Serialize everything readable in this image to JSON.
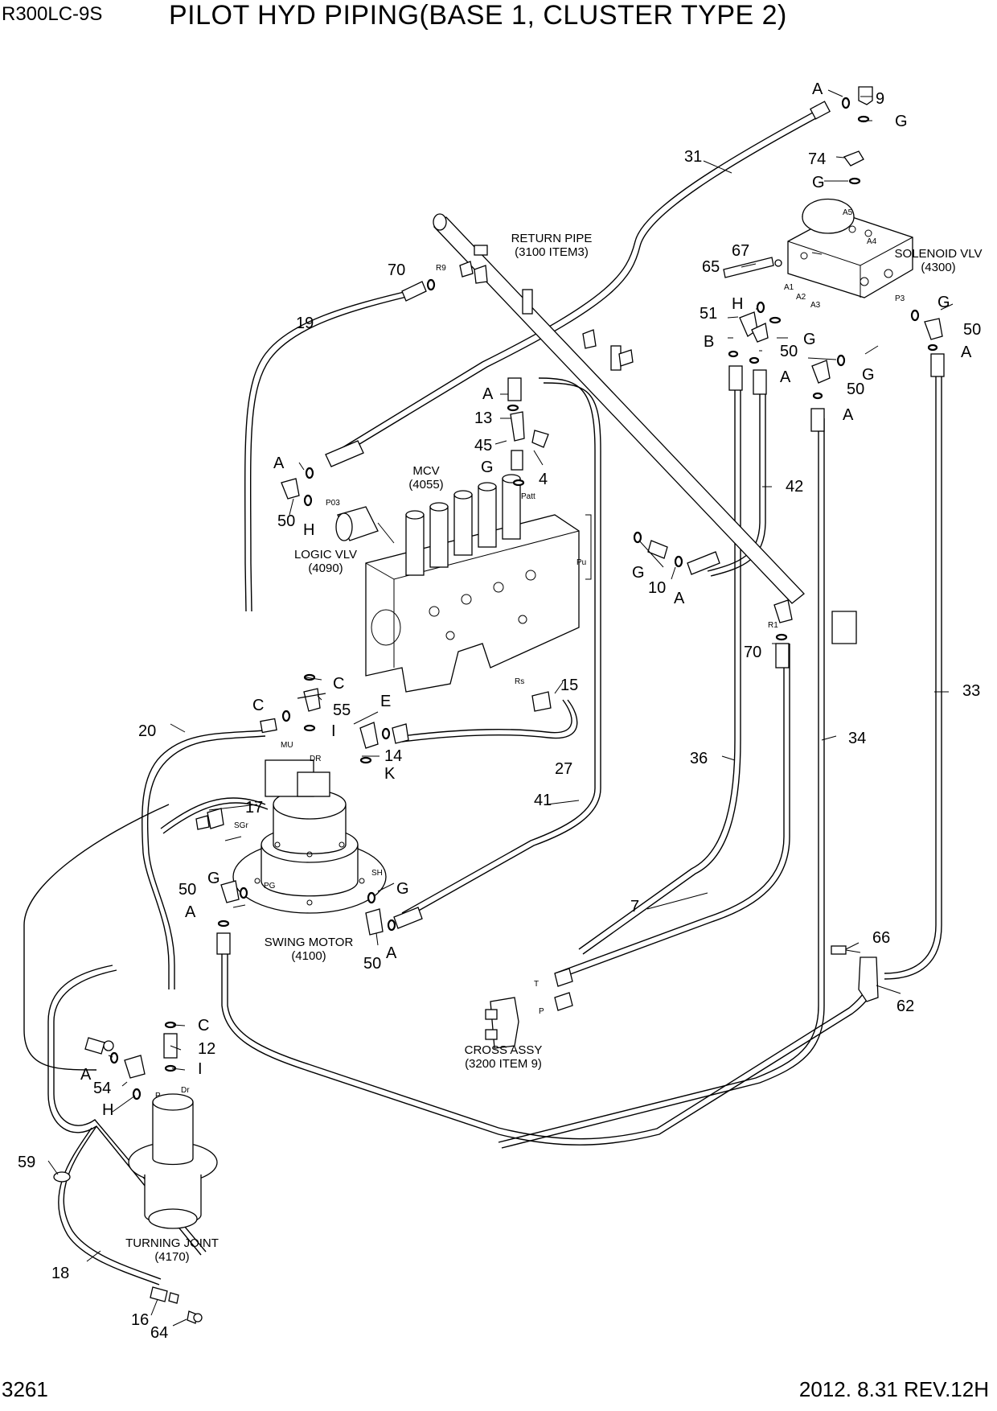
{
  "header": {
    "model": "R300LC-9S",
    "title": "PILOT HYD PIPING(BASE 1, CLUSTER TYPE 2)"
  },
  "footer": {
    "page": "3261",
    "revision": "2012. 8.31  REV.12H"
  },
  "components": {
    "return_pipe": [
      "RETURN PIPE",
      "(3100 ITEM3)"
    ],
    "solenoid_valve": [
      "SOLENOID VLV",
      "(4300)"
    ],
    "mcv": [
      "MCV",
      "(4055)"
    ],
    "logic_valve": [
      "LOGIC VLV",
      "(4090)"
    ],
    "swing_motor": [
      "SWING MOTOR",
      "(4100)"
    ],
    "cross_assy": [
      "CROSS ASSY",
      "(3200 ITEM 9)"
    ],
    "turning_joint": [
      "TURNING JOINT",
      "(4170)"
    ]
  },
  "ports": {
    "r9": "R9",
    "a1": "A1",
    "a2": "A2",
    "a3": "A3",
    "a4": "A4",
    "a5": "A5",
    "p3": "P3",
    "p03": "P03",
    "patt": "Patt",
    "pu": "Pu",
    "rs": "Rs",
    "r1": "R1",
    "mu": "MU",
    "dr": "DR",
    "sgr": "SGr",
    "sh": "SH",
    "pg": "PG",
    "t": "T",
    "p": "P",
    "p_tj": "P",
    "dr_tj": "Dr"
  },
  "callouts": {
    "c9": "9",
    "cA_top": "A",
    "cG_top": "G",
    "c31": "31",
    "c74": "74",
    "cG2": "G",
    "c67": "67",
    "c65": "65",
    "c70_top": "70",
    "c19": "19",
    "cH_sol": "H",
    "c51": "51",
    "cG_sol": "G",
    "c50_sol": "50",
    "cB": "B",
    "cA_sol": "A",
    "cG3": "G",
    "c50_3": "50",
    "cA_4": "A",
    "cG_right": "G",
    "c50_right": "50",
    "cA_right": "A",
    "cA_mcv": "A",
    "c13": "13",
    "c45": "45",
    "c4": "4",
    "cG_mcv": "G",
    "c42": "42",
    "cA_left": "A",
    "c50_left": "50",
    "cH_left": "H",
    "cG_10": "G",
    "c10": "10",
    "cA_10": "A",
    "c70_mid": "70",
    "c33": "33",
    "cC_55": "C",
    "cC2": "C",
    "c55": "55",
    "cE": "E",
    "c15": "15",
    "c20": "20",
    "cI": "I",
    "c14": "14",
    "cK": "K",
    "c27": "27",
    "c36": "36",
    "c34": "34",
    "c41": "41",
    "c17": "17",
    "cG_sm": "G",
    "c50_sm": "50",
    "cA_sm": "A",
    "cG_sm2": "G",
    "c50_sm2": "50",
    "cA_sm2": "A",
    "c7": "7",
    "c66": "66",
    "c62": "62",
    "cC_12": "C",
    "c12": "12",
    "cA_54": "A",
    "c54": "54",
    "cI_12": "I",
    "cH_54": "H",
    "c59": "59",
    "c18": "18",
    "c16": "16",
    "c64": "64"
  }
}
